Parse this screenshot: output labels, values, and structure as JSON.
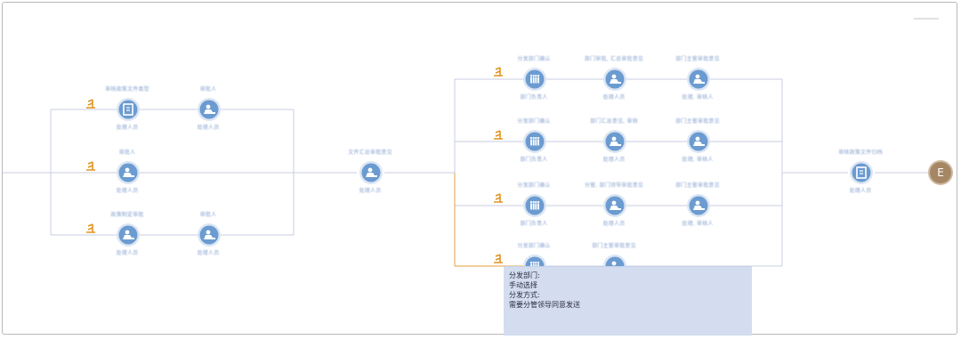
{
  "colors": {
    "line": "#c9cde0",
    "highlight_line": "#e3a23c",
    "node_fill": "#6b9bd1",
    "node_ring": "#dbe6f3",
    "flag": "#e09420",
    "end_node": "#a58766",
    "label_text": "#8aa4d0",
    "tooltip_bg": "#d3ddef"
  },
  "end_node": {
    "letter": "E"
  },
  "labels": {
    "a1_top": "审核政策文件类型",
    "a1_bottom": "处理人员",
    "a2_top": "审批人",
    "a2_bottom": "处理人员",
    "b1_top": "审批人",
    "b1_bottom": "处理人员",
    "c1_top": "政策制定审批",
    "c1_bottom": "处理人员",
    "c2_top": "审批人",
    "c2_bottom": "处理人员",
    "m_top": "文件汇总审批意见",
    "m_bottom": "处理人员",
    "p1_1_top": "分发部门确认",
    "p1_1_bottom": "部门负责人",
    "p1_2_top": "部门审批, 汇总审批意见",
    "p1_2_bottom": "处理人员",
    "p1_3_top": "部门主管审批意见",
    "p1_3_bottom": "处理, 审核人",
    "p2_1_top": "分发部门确认",
    "p2_1_bottom": "部门负责人",
    "p2_2_top": "部门汇总意见, 审核",
    "p2_2_bottom": "处理人员",
    "p2_3_top": "部门主管审批意见",
    "p2_3_bottom": "处理, 审核人",
    "p3_1_top": "分发部门确认",
    "p3_1_bottom": "部门负责人",
    "p3_2_top": "分管, 部门领导审批意见",
    "p3_2_bottom": "处理人员",
    "p3_3_top": "部门主管审批意见",
    "p3_3_bottom": "处理, 审核人",
    "p4_1_top": "分发部门确认",
    "p4_1_bottom": "",
    "p4_2_top": "部门主管审批意见",
    "p4_2_bottom": "",
    "fin_top": "审核政策文件归档",
    "fin_bottom": "处理人员"
  },
  "tooltip": {
    "lines": [
      "分发部门:",
      "手动选择",
      "分发方式:",
      "需要分管领导同意发送"
    ]
  }
}
